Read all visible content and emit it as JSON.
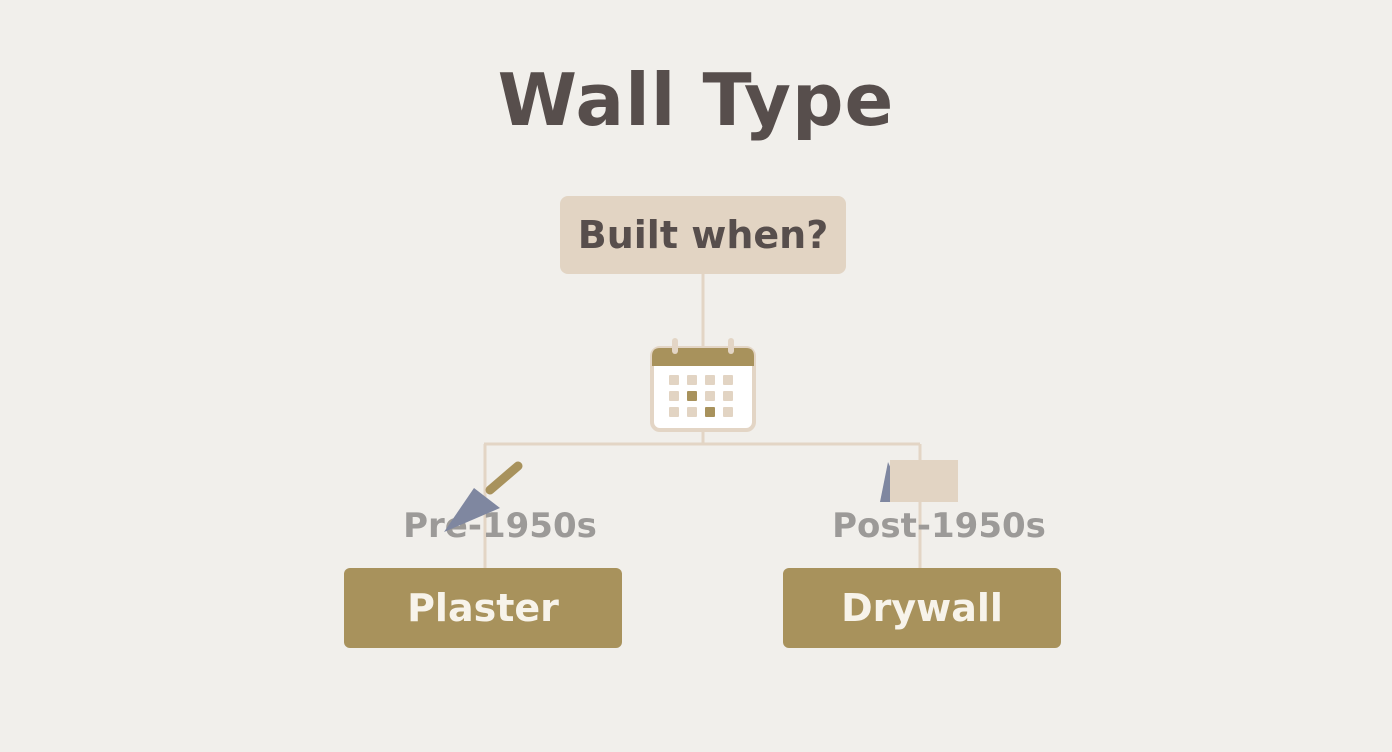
{
  "diagram": {
    "title": "Wall Type",
    "question": "Built when?",
    "branches": [
      {
        "era": "Pre-1950s",
        "result": "Plaster",
        "icon": "trowel-icon"
      },
      {
        "era": "Post-1950s",
        "result": "Drywall",
        "icon": "drywall-sheet-icon"
      }
    ],
    "center_icon": "calendar-icon"
  },
  "colors": {
    "background": "#f1efeb",
    "title_text": "#574e4c",
    "question_box": "#e2d4c3",
    "connector": "#e3d5c5",
    "result_box": "#a8925c",
    "result_text": "#f7f3ea",
    "era_text": "#9c9a98",
    "icon_blue": "#7f87a0"
  }
}
